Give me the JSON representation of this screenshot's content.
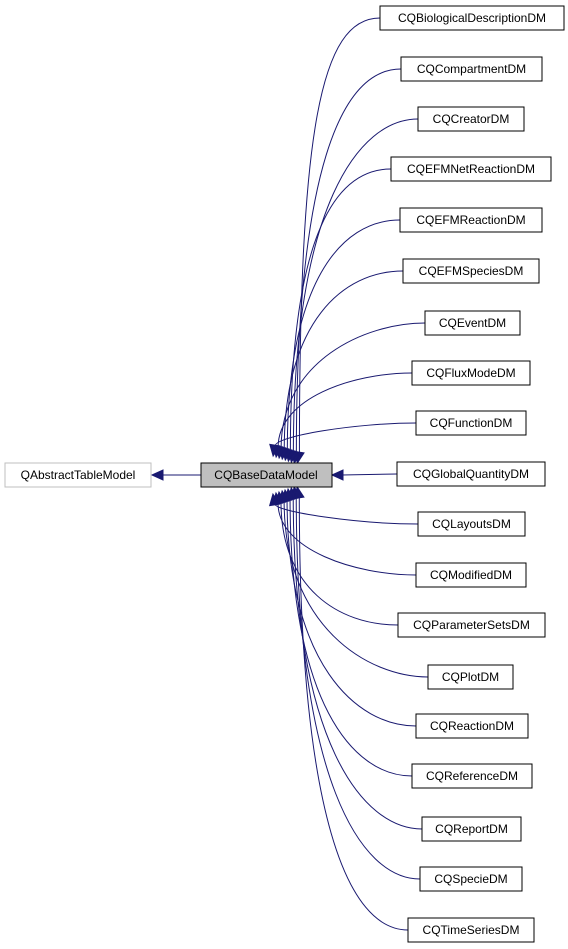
{
  "diagram": {
    "base": {
      "label": "QAbstractTableModel"
    },
    "focus": {
      "label": "CQBaseDataModel"
    },
    "children": [
      {
        "label": "CQBiologicalDescriptionDM"
      },
      {
        "label": "CQCompartmentDM"
      },
      {
        "label": "CQCreatorDM"
      },
      {
        "label": "CQEFMNetReactionDM"
      },
      {
        "label": "CQEFMReactionDM"
      },
      {
        "label": "CQEFMSpeciesDM"
      },
      {
        "label": "CQEventDM"
      },
      {
        "label": "CQFluxModeDM"
      },
      {
        "label": "CQFunctionDM"
      },
      {
        "label": "CQGlobalQuantityDM"
      },
      {
        "label": "CQLayoutsDM"
      },
      {
        "label": "CQModifiedDM"
      },
      {
        "label": "CQParameterSetsDM"
      },
      {
        "label": "CQPlotDM"
      },
      {
        "label": "CQReactionDM"
      },
      {
        "label": "CQReferenceDM"
      },
      {
        "label": "CQReportDM"
      },
      {
        "label": "CQSpecieDM"
      },
      {
        "label": "CQTimeSeriesDM"
      }
    ],
    "colors": {
      "edge": "#191970",
      "focus_fill": "#bfbfbf",
      "base_border": "#bfbfbf",
      "node_border": "#000000"
    }
  }
}
